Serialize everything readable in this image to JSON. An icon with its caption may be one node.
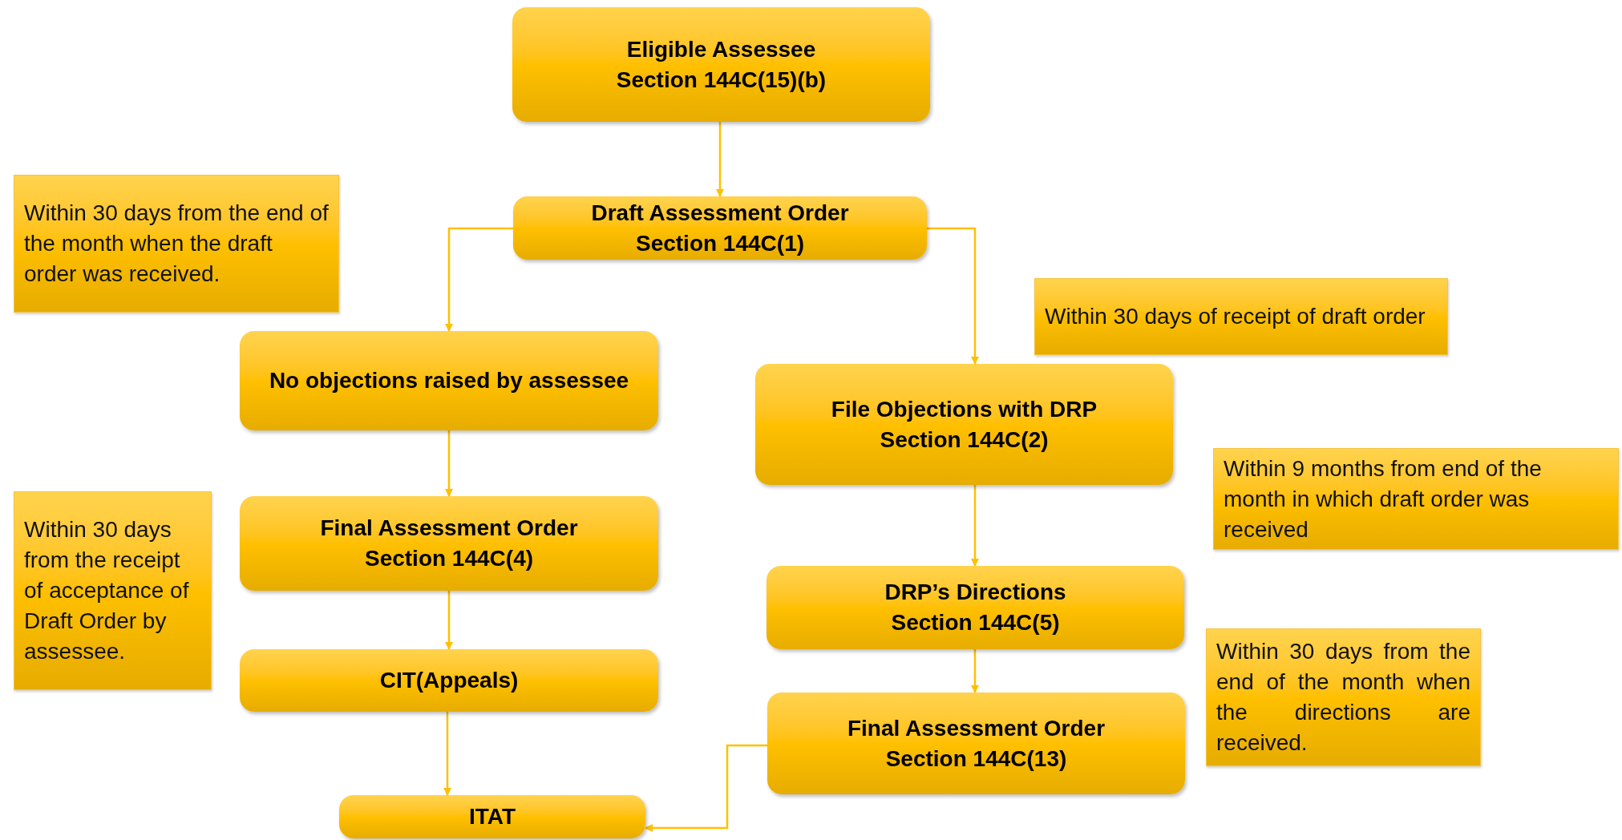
{
  "diagram": {
    "nodes": [
      {
        "text": [
          "Eligible Assessee",
          "Section 144C(15)(b)"
        ]
      },
      {
        "text": [
          "Draft Assessment Order",
          "Section 144C(1)"
        ]
      },
      {
        "text": [
          "Within 30 days from the end of the month when the draft order was received."
        ]
      },
      {
        "text": [
          "No objections raised by assessee"
        ]
      },
      {
        "text": [
          "Within 30 days of receipt of draft order"
        ]
      },
      {
        "text": [
          "File Objections with DRP",
          "Section 144C(2)"
        ]
      },
      {
        "text": [
          "Within 9 months from end of the month in which draft order was received"
        ]
      },
      {
        "text": [
          "Within 30 days from the receipt of acceptance of Draft Order by assessee."
        ]
      },
      {
        "text": [
          "Final Assessment Order",
          "Section 144C(4)"
        ]
      },
      {
        "text": [
          "DRP’s Directions",
          "Section 144C(5)"
        ]
      },
      {
        "text": [
          "CIT(Appeals)"
        ]
      },
      {
        "text": [
          "Within 30 days from the end of the month when the directions are received."
        ]
      },
      {
        "text": [
          "Final Assessment Order",
          "Section 144C(13)"
        ]
      },
      {
        "text": [
          "ITAT"
        ]
      }
    ],
    "edges": [
      {
        "from": 0,
        "to": 1,
        "arrow": "to"
      },
      {
        "from": 1,
        "to": 3,
        "arrow": "to"
      },
      {
        "from": 1,
        "to": 5,
        "arrow": "to"
      },
      {
        "from": 3,
        "to": 8,
        "arrow": "to"
      },
      {
        "from": 8,
        "to": 10,
        "arrow": "to"
      },
      {
        "from": 10,
        "to": 13,
        "arrow": "to"
      },
      {
        "from": 5,
        "to": 9,
        "arrow": "to"
      },
      {
        "from": 9,
        "to": 12,
        "arrow": "to"
      },
      {
        "from": 12,
        "to": 13,
        "arrow": "to"
      }
    ]
  }
}
